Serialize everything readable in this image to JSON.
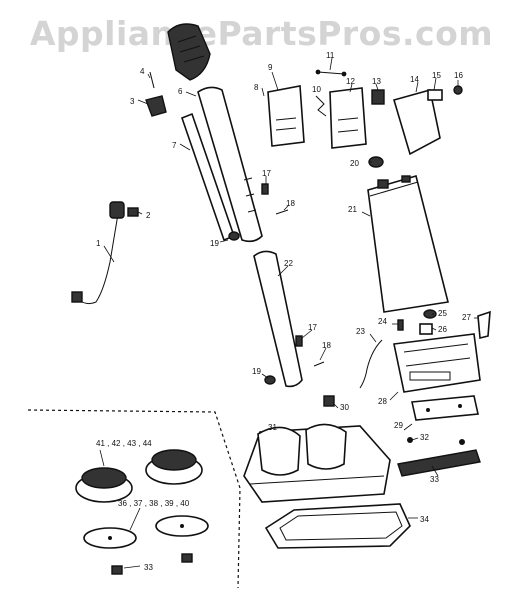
{
  "watermark": "AppliancePartsPros.com",
  "labels": {
    "p1": "1",
    "p2": "2",
    "p3": "3",
    "p4": "4",
    "p6": "6",
    "p7": "7",
    "p8": "8",
    "p9": "9",
    "p10": "10",
    "p11": "11",
    "p12": "12",
    "p13": "13",
    "p14": "14",
    "p15": "15",
    "p16": "16",
    "p17a": "17",
    "p17b": "17",
    "p18a": "18",
    "p18b": "18",
    "p19a": "19",
    "p19b": "19",
    "p20": "20",
    "p21": "21",
    "p22": "22",
    "p23": "23",
    "p24": "24",
    "p25": "25",
    "p26": "26",
    "p27": "27",
    "p28": "28",
    "p29": "29",
    "p30": "30",
    "p31": "31",
    "p32": "32",
    "p33a": "33",
    "p33b": "33",
    "p34": "34",
    "group_brushes": "41 , 42 , 43 , 44",
    "group_pads": "36 , 37 , 38 , 39 , 40"
  }
}
